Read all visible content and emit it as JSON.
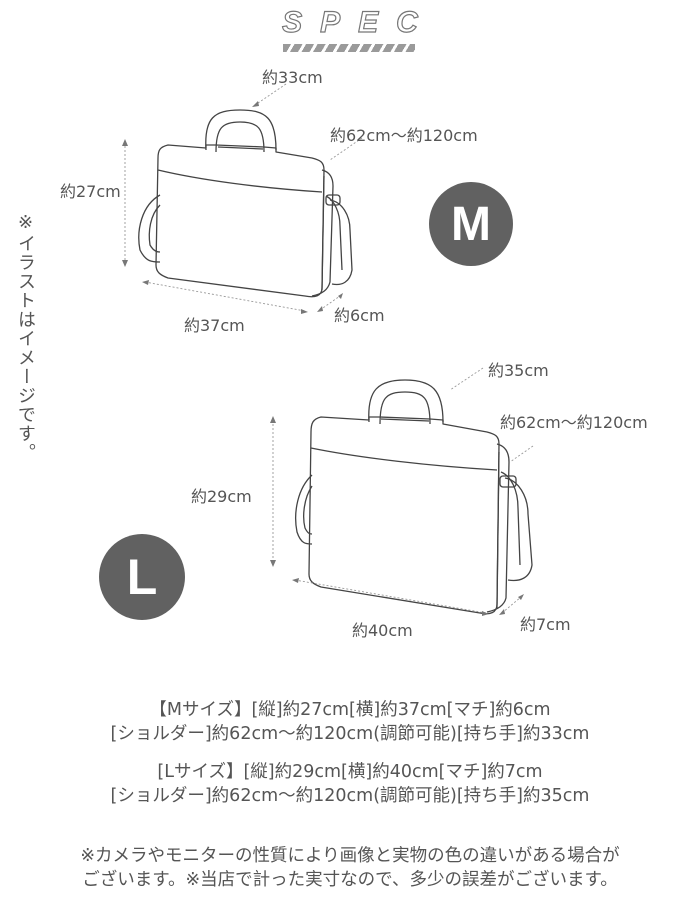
{
  "header": {
    "title": "SPEC"
  },
  "image_note": "※イラストはイメージです。",
  "sizes": {
    "m": {
      "badge": "M",
      "labels": {
        "handle": "約33cm",
        "shoulder": "約62cm～約120cm",
        "height": "約27cm",
        "width": "約37cm",
        "depth": "約6cm"
      }
    },
    "l": {
      "badge": "L",
      "labels": {
        "handle": "約35cm",
        "shoulder": "約62cm～約120cm",
        "height": "約29cm",
        "width": "約40cm",
        "depth": "約7cm"
      }
    }
  },
  "spec_text": {
    "m_line1": "【Mサイズ】[縦]約27cm[横]約37cm[マチ]約6cm",
    "m_line2": "[ショルダー]約62cm～約120cm(調節可能)[持ち手]約33cm",
    "l_line1": "[Lサイズ】[縦]約29cm[横]約40cm[マチ]約7cm",
    "l_line2": "[ショルダー]約62cm～約120cm(調節可能)[持ち手]約35cm"
  },
  "footer_note": {
    "line1": "※カメラやモニターの性質により画像と実物の色の違いがある場合が",
    "line2": "ございます。※当店で計った実寸なので、多少の誤差がございます。"
  },
  "colors": {
    "text": "#555555",
    "badge_bg": "#616161",
    "stripe": "#9a9a9a",
    "line": "#444444"
  }
}
